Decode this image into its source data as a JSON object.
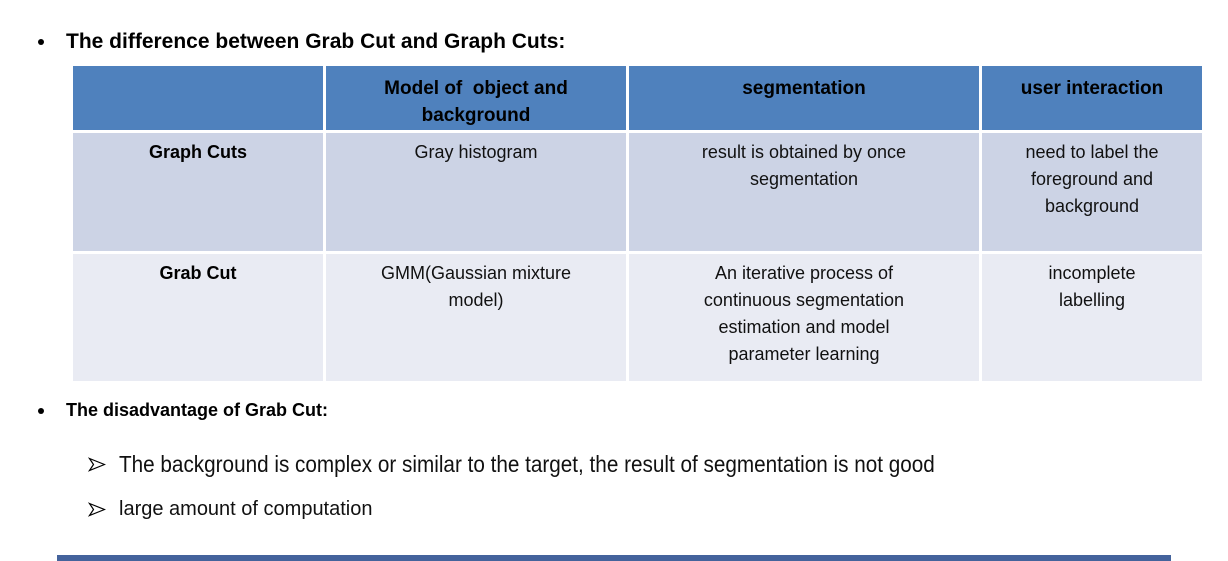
{
  "slide": {
    "bullet1": "The difference between Grab Cut and Graph Cuts:",
    "bullet2": "The disadvantage of Grab Cut:",
    "sub_bullets": [
      "The background is complex or similar to the target, the result of segmentation is not good",
      "large amount of computation"
    ],
    "accent_bar_color": "#44639c"
  },
  "table": {
    "header_bg": "#4f81bd",
    "row1_bg": "#ccd3e5",
    "row2_bg": "#e9ebf3",
    "columns": [
      "",
      "Model of  object and\nbackground",
      "segmentation",
      "user interaction"
    ],
    "rows": [
      {
        "name": "Graph Cuts",
        "model": "Gray histogram",
        "segmentation": "result is obtained by once\nsegmentation",
        "user_interaction": "need to label the\nforeground and\nbackground"
      },
      {
        "name": "Grab Cut",
        "model": "GMM(Gaussian mixture\nmodel)",
        "segmentation": "An iterative process of\ncontinuous segmentation\nestimation and model\nparameter learning",
        "user_interaction": "incomplete\nlabelling"
      }
    ]
  }
}
